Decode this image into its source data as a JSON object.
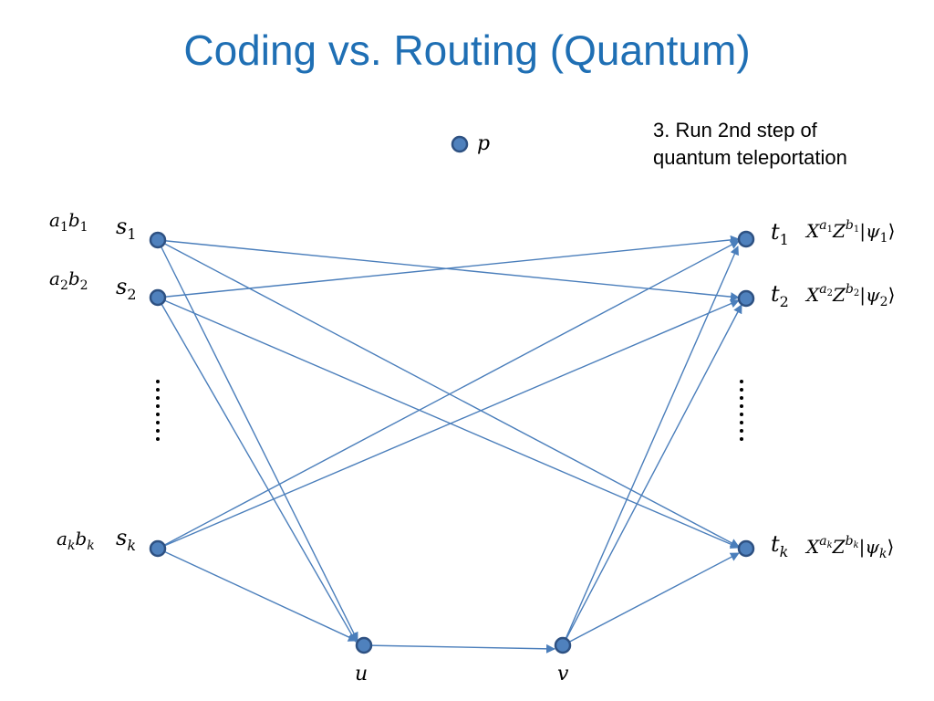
{
  "title": "Coding vs. Routing (Quantum)",
  "note": [
    "3. Run 2nd step of",
    "quantum teleportation"
  ],
  "labels": {
    "p": "p",
    "u": "u",
    "v": "v",
    "s1": {
      "base": "s",
      "sub": "1"
    },
    "s2": {
      "base": "s",
      "sub": "2"
    },
    "sk": {
      "base": "s",
      "sub": "k"
    },
    "t1": {
      "base": "t",
      "sub": "1"
    },
    "t2": {
      "base": "t",
      "sub": "2"
    },
    "tk": {
      "base": "t",
      "sub": "k"
    }
  },
  "inputs": {
    "row1": {
      "a": "a",
      "a_sub": "1",
      "b": "b",
      "b_sub": "1"
    },
    "row2": {
      "a": "a",
      "a_sub": "2",
      "b": "b",
      "b_sub": "2"
    },
    "rowk": {
      "a": "a",
      "a_sub": "k",
      "b": "b",
      "b_sub": "k"
    }
  },
  "outputs": {
    "row1": {
      "x": "X",
      "x_sup": "a",
      "x_sup_sub": "1",
      "z": "Z",
      "z_sup": "b",
      "z_sup_sub": "1",
      "open": "|",
      "psi": "ψ",
      "psi_sub": "1",
      "close": "⟩"
    },
    "row2": {
      "x": "X",
      "x_sup": "a",
      "x_sup_sub": "2",
      "z": "Z",
      "z_sup": "b",
      "z_sup_sub": "2",
      "open": "|",
      "psi": "ψ",
      "psi_sub": "2",
      "close": "⟩"
    },
    "rowk": {
      "x": "X",
      "x_sup": "a",
      "x_sup_sub": "k",
      "z": "Z",
      "z_sup": "b",
      "z_sup_sub": "k",
      "open": "|",
      "psi": "ψ",
      "psi_sub": "k",
      "close": "⟩"
    }
  },
  "colors": {
    "title": "#1f6fb4",
    "node_fill": "#4f81bd",
    "node_stroke": "#2e5182",
    "edge": "#4a7ebb"
  }
}
